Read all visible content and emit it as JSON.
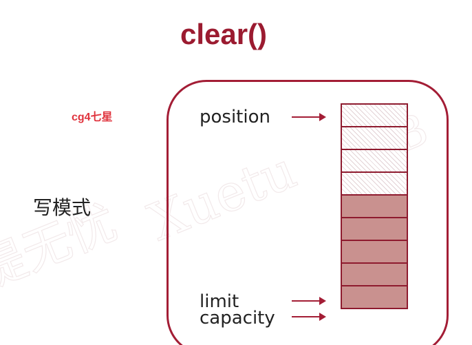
{
  "title": "clear()",
  "tag_label": "cg4七星",
  "mode_label": "写模式",
  "pointers": {
    "position": "position",
    "limit": "limit",
    "capacity": "capacity"
  },
  "colors": {
    "accent": "#a31d35",
    "tag": "#e0343e",
    "filled_cell": "#c9918f",
    "hatch": "#e3d2d5"
  },
  "buffer": {
    "cells": [
      "hatched",
      "hatched",
      "hatched",
      "hatched",
      "filled",
      "filled",
      "filled",
      "filled",
      "filled"
    ]
  }
}
